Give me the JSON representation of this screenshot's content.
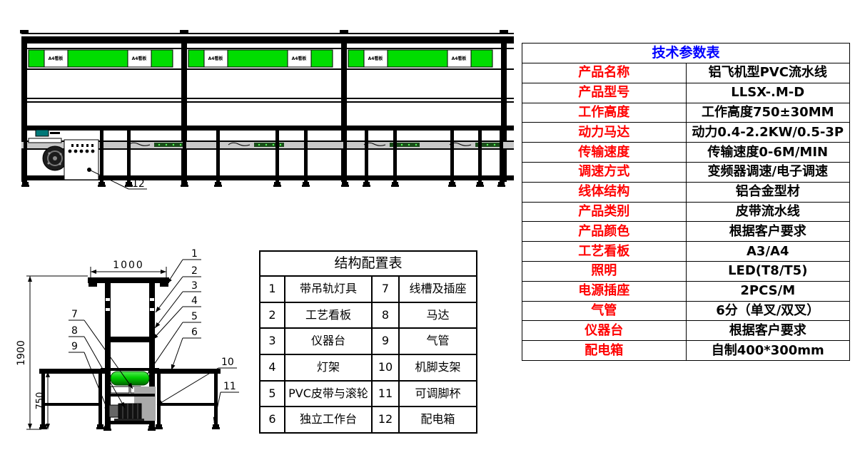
{
  "colors": {
    "panel_green": "#00DD00",
    "roller_green_top": "#55EE55",
    "roller_green_bottom": "#007700",
    "label_red": "#FF0000",
    "title_blue": "#0000FF",
    "belt_gray": "#C8C8C8"
  },
  "side_view": {
    "kanban_label": "A4看板",
    "callout_12": "12"
  },
  "front_view": {
    "dim_width": "1000",
    "dim_height": "1900",
    "dim_table_height": "750",
    "callouts": [
      "1",
      "2",
      "3",
      "4",
      "5",
      "6",
      "7",
      "8",
      "9",
      "10",
      "11"
    ]
  },
  "config_table": {
    "title": "结构配置表",
    "rows": [
      {
        "no_left": "1",
        "item_left": "带吊轨灯具",
        "no_right": "7",
        "item_right": "线槽及插座"
      },
      {
        "no_left": "2",
        "item_left": "工艺看板",
        "no_right": "8",
        "item_right": "马达"
      },
      {
        "no_left": "3",
        "item_left": "仪器台",
        "no_right": "9",
        "item_right": "气管"
      },
      {
        "no_left": "4",
        "item_left": "灯架",
        "no_right": "10",
        "item_right": "机脚支架"
      },
      {
        "no_left": "5",
        "item_left": "PVC皮带与滚轮",
        "no_right": "11",
        "item_right": "可调脚杯"
      },
      {
        "no_left": "6",
        "item_left": "独立工作台",
        "no_right": "12",
        "item_right": "配电箱"
      }
    ]
  },
  "params_table": {
    "title": "技术参数表",
    "rows": [
      {
        "label": "产品名称",
        "value": "铝飞机型PVC流水线"
      },
      {
        "label": "产品型号",
        "value": "LLSX-.M-D"
      },
      {
        "label": "工作高度",
        "value": "工作高度750±30MM"
      },
      {
        "label": "动力马达",
        "value": "动力0.4-2.2KW/0.5-3P"
      },
      {
        "label": "传输速度",
        "value": "传输速度0-6M/MIN"
      },
      {
        "label": "调速方式",
        "value": "变频器调速/电子调速"
      },
      {
        "label": "线体结构",
        "value": "铝合金型材"
      },
      {
        "label": "产品类别",
        "value": "皮带流水线"
      },
      {
        "label": "产品颜色",
        "value": "根据客户要求"
      },
      {
        "label": "工艺看板",
        "value": "A3/A4"
      },
      {
        "label": "照明",
        "value": "LED(T8/T5)"
      },
      {
        "label": "电源插座",
        "value": "2PCS/M"
      },
      {
        "label": "气管",
        "value": "6分（单叉/双叉）"
      },
      {
        "label": "仪器台",
        "value": "根据客户要求"
      },
      {
        "label": "配电箱",
        "value": "自制400*300mm"
      }
    ]
  }
}
